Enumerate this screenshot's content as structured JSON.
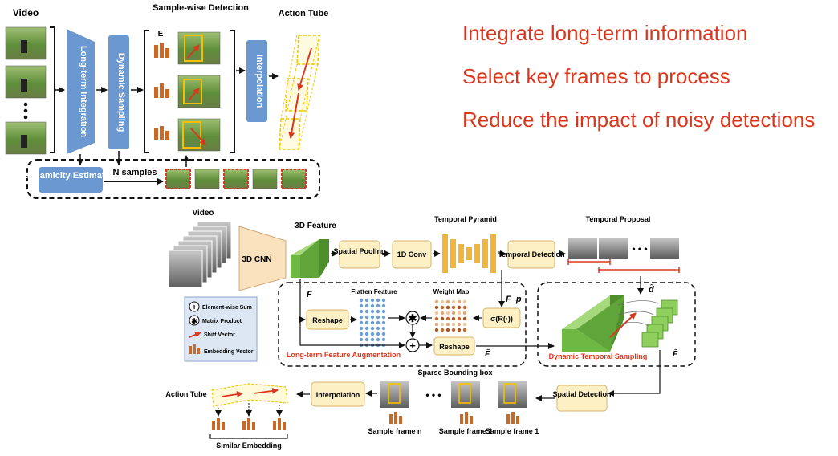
{
  "bullets": [
    "Integrate long-term information",
    "Select key frames to process",
    "Reduce the impact of noisy detections"
  ],
  "top_pipeline": {
    "video_label": "Video",
    "long_term_label": "Long-term Integration",
    "dynamic_sampling_label": "Dynamic Sampling",
    "sample_detection_label": "Sample-wise Detection",
    "e_label": "E",
    "interpolation_label": "Interpolation",
    "action_tube_label": "Action Tube",
    "dynamicity_label": "Dynamicity Estimation",
    "n_samples_label": "N samples"
  },
  "bottom_pipeline": {
    "video_label": "Video",
    "cnn_label": "3D CNN",
    "feature_3d_label": "3D Feature",
    "spatial_pooling_label": "Spatial Pooling",
    "conv1d_label": "1D Conv",
    "temporal_pyramid_label": "Temporal Pyramid",
    "temporal_detection_label": "Temporal Detection",
    "temporal_proposal_label": "Temporal Proposal",
    "f_label": "F",
    "fp_label": "F_p",
    "flatten_label": "Flatten Feature",
    "weight_map_label": "Weight Map",
    "reshape_label": "Reshape",
    "sigma_label": "σ(R(·))",
    "ltfa_label": "Long-term Feature Augmentation",
    "f_tilde_label": "F̃",
    "d_label": "d̃",
    "dts_label": "Dynamic Temporal Sampling",
    "sparse_bbox_label": "Sparse Bounding box",
    "spatial_detection_label": "Spatial Detection",
    "interpolation_label": "Interpolation",
    "action_tube_label": "Action Tube",
    "similar_embedding_label": "Similar Embedding",
    "sample_frame_n": "Sample frame n",
    "sample_frame_2": "Sample frame 2",
    "sample_frame_1": "Sample frame 1",
    "dots": "• • •",
    "legend": {
      "sum": "Element-wise Sum",
      "product": "Matrix Product",
      "shift": "Shift Vector",
      "embedding": "Embedding Vector"
    }
  },
  "colors": {
    "accent_red": "#d9381e",
    "box_blue": "#6b98d0",
    "box_cream": "#fdf0c4",
    "feature_green": "#6fb843",
    "trapezoid_peach": "#f9e2bc",
    "pyramid_orange": "#f2b53a",
    "embedding_brown": "#c8692a"
  }
}
